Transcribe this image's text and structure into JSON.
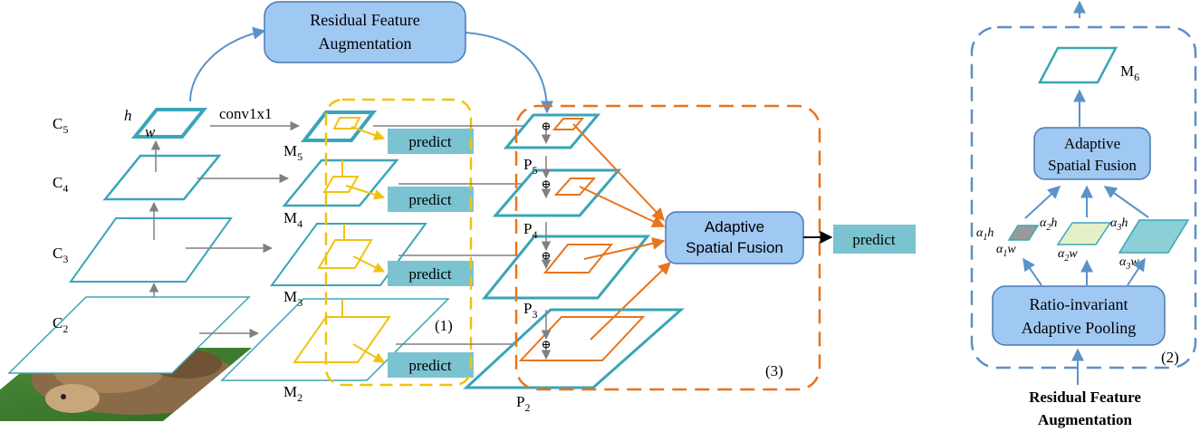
{
  "colors": {
    "teal": "#3aa5b8",
    "orange": "#e8741c",
    "yellow": "#f2c20f",
    "gray_arrow": "#808080",
    "blue_arrow": "#5b92c9",
    "box_fill": "#9fc8f2",
    "box_stroke": "#4a79b5",
    "predict_fill": "#7bc3d0",
    "dashed_blue": "#5b8fc8"
  },
  "main": {
    "rfa_box": {
      "line1": "Residual Feature",
      "line2": "Augmentation"
    },
    "conv_label": "conv1x1",
    "c_labels": [
      {
        "base": "C",
        "sub": "5"
      },
      {
        "base": "C",
        "sub": "4"
      },
      {
        "base": "C",
        "sub": "3"
      },
      {
        "base": "C",
        "sub": "2"
      }
    ],
    "hw_labels": {
      "h": "h",
      "w": "w"
    },
    "m_labels": [
      {
        "base": "M",
        "sub": "5"
      },
      {
        "base": "M",
        "sub": "4"
      },
      {
        "base": "M",
        "sub": "3"
      },
      {
        "base": "M",
        "sub": "2"
      }
    ],
    "p_labels": [
      {
        "base": "P",
        "sub": "5"
      },
      {
        "base": "P",
        "sub": "4"
      },
      {
        "base": "P",
        "sub": "3"
      },
      {
        "base": "P",
        "sub": "2"
      }
    ],
    "predict_label": "predict",
    "region_labels": {
      "one": "(1)",
      "three": "(3)"
    },
    "asf_box": {
      "line1": "Adaptive",
      "line2": "Spatial Fusion"
    },
    "plus_symbol": "⊕"
  },
  "side": {
    "m6": {
      "base": "M",
      "sub": "6"
    },
    "asf_box": {
      "line1": "Adaptive",
      "line2": "Spatial Fusion"
    },
    "alpha_labels": [
      {
        "h_alpha": "α",
        "h_sub": "1",
        "h_var": "h",
        "w_alpha": "α",
        "w_sub": "1",
        "w_var": "w"
      },
      {
        "h_alpha": "α",
        "h_sub": "2",
        "h_var": "h",
        "w_alpha": "α",
        "w_sub": "2",
        "w_var": "w"
      },
      {
        "h_alpha": "α",
        "h_sub": "3",
        "h_var": "h",
        "w_alpha": "α",
        "w_sub": "3",
        "w_var": "w"
      }
    ],
    "pool_box": {
      "line1": "Ratio-invariant",
      "line2": "Adaptive Pooling"
    },
    "region_label": "(2)",
    "caption": {
      "line1": "Residual Feature",
      "line2": "Augmentation"
    }
  }
}
